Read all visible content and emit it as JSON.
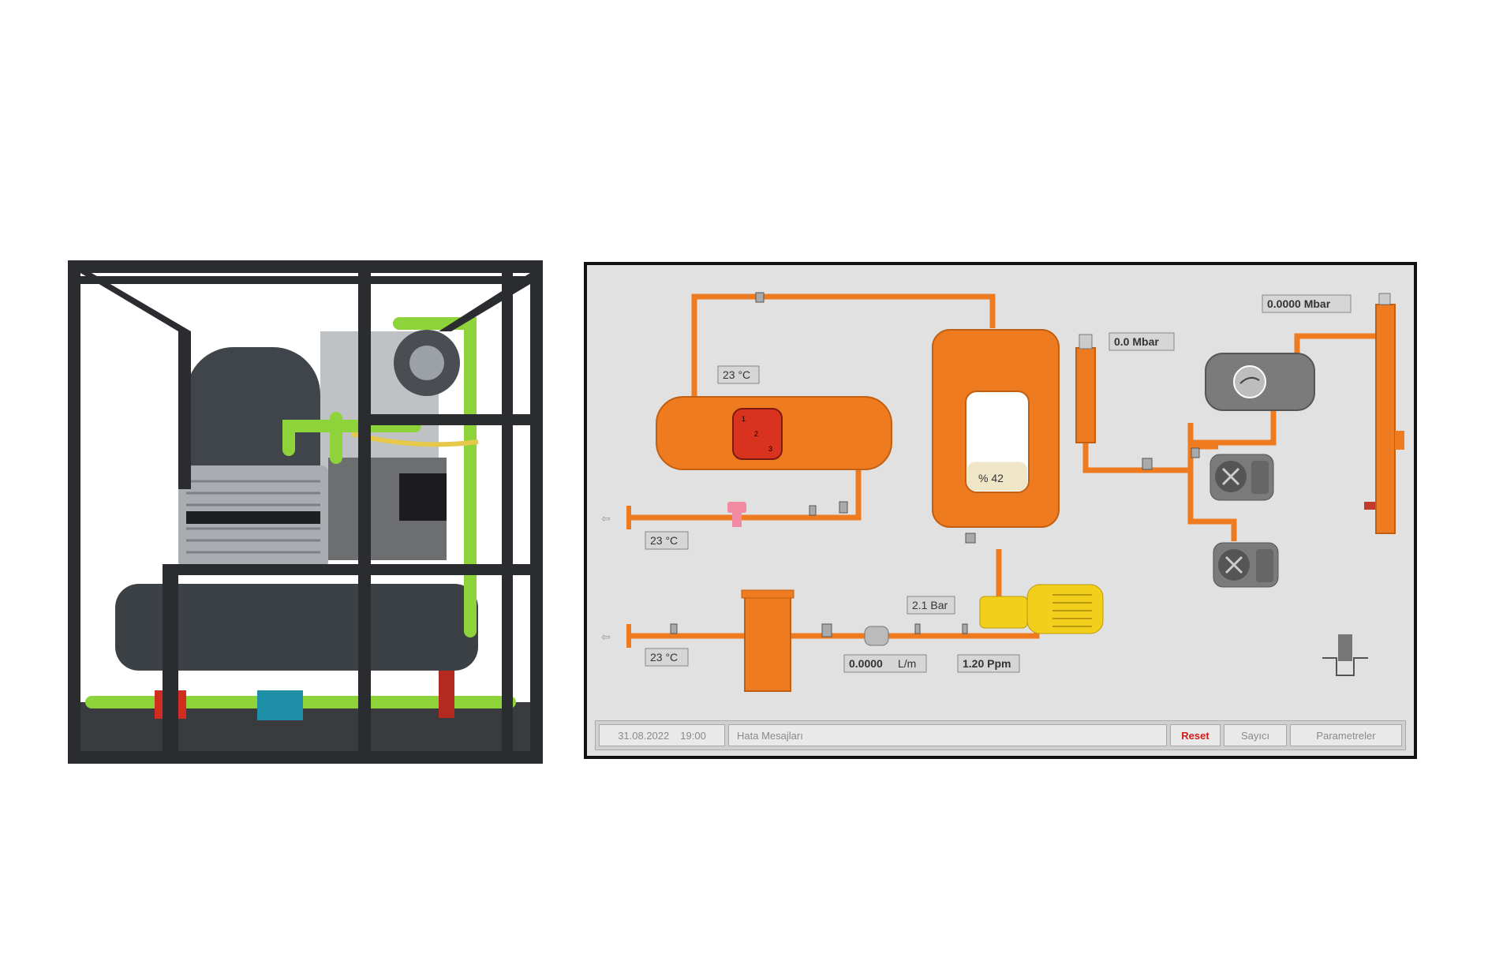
{
  "colors": {
    "pipe": "#ee7b1f",
    "pipe_dark": "#c25f10",
    "frame": "#2b2c30",
    "pump_green": "#8fd33b",
    "motor_yellow": "#f2cf1a",
    "reset_red": "#d21a1a",
    "heater_red": "#d9331f",
    "valve_pink": "#f28ba2",
    "hmi_bg": "#e1e1e1"
  },
  "hmi": {
    "readouts": {
      "top_temp": "23 °C",
      "inlet_temp": "23 °C",
      "outlet_temp": "23 °C",
      "column_pressure": "0.0 Mbar",
      "vacuum_pressure": "0.0000 Mbar",
      "pump_pressure": "2.1 Bar",
      "flow_rate": "0.0000",
      "flow_unit": "L/m",
      "moisture": "1.20 Ppm",
      "tank_level": "% 42"
    },
    "heater_numbers": [
      "1",
      "2",
      "3"
    ],
    "tank_level_fraction": 0.42,
    "status_bar": {
      "date": "31.08.2022",
      "time": "19:00",
      "message": "Hata Mesajları",
      "reset_label": "Reset",
      "counter_label": "Sayıcı",
      "params_label": "Parametreler"
    }
  }
}
